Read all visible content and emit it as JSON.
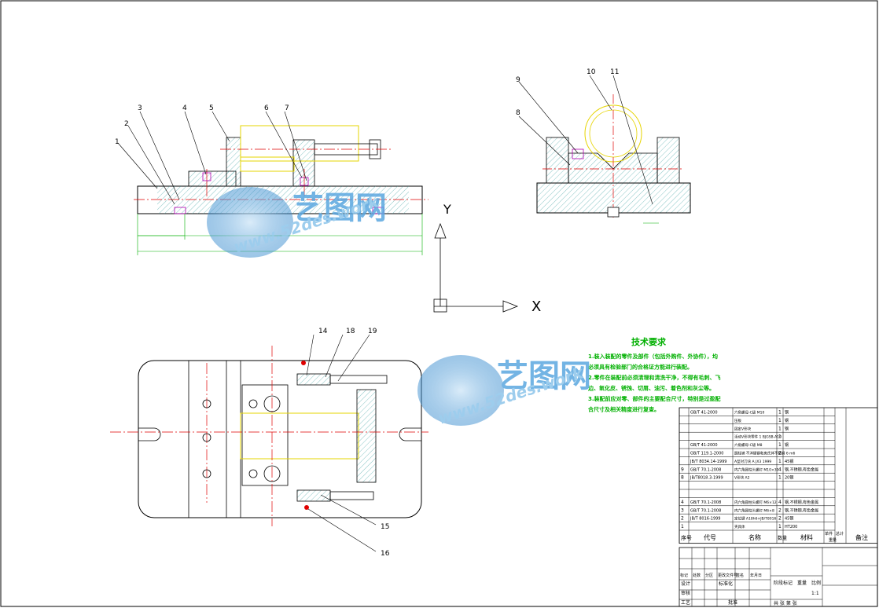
{
  "part_labels": [
    "1",
    "2",
    "3",
    "4",
    "5",
    "6",
    "7",
    "8",
    "9",
    "10",
    "11",
    "14",
    "15",
    "16",
    "18",
    "19"
  ],
  "axis": {
    "x": "X",
    "y": "Y"
  },
  "tech_req": {
    "title": "技术要求",
    "lines": [
      "1.装入装配的零件及部件（包括外购件、外协件），均",
      "必须具有检验部门的合格证方能进行装配。",
      "2.零件在装配前必须清理和清洗干净，不得有毛刺、飞",
      "边、氧化皮、锈蚀、切屑、油污、着色剂和灰尘等。",
      "3.装配前应对零、部件的主要配合尺寸，特别是过盈配",
      "合尺寸及相关精度进行复查。"
    ]
  },
  "bom_rows": [
    {
      "code": "GB/T 41-2000",
      "name": "六角螺母-C级 M10",
      "qty": "1",
      "mat": "钢"
    },
    {
      "code": "",
      "name": "压板",
      "qty": "1",
      "mat": "钢"
    },
    {
      "code": "",
      "name": "固定V形块",
      "qty": "1",
      "mat": "钢"
    },
    {
      "code": "",
      "name": "活动V形块零件 1 BJGSB-A10",
      "qty": "1",
      "mat": ""
    },
    {
      "code": "GB/T 41-2000",
      "name": "六角螺母-C级 M8",
      "qty": "1",
      "mat": "钢"
    },
    {
      "code": "GB/T 119.1-2000",
      "name": "圆柱销 不淬硬钢和奥氏体不锈钢 6 m6",
      "qty": "2",
      "mat": ""
    },
    {
      "code": "JB/T 8034.14-1999",
      "name": "A型对刀块 A JX3 1999",
      "qty": "1",
      "mat": "45钢"
    },
    {
      "code": "GB/T 70.1-2008",
      "name": "内六角圆柱头螺钉 M10×30",
      "qty": "4",
      "mat": "钢,不锈钢,有色金属"
    },
    {
      "code": "JB/T8018.3-1999",
      "name": "V形块 A2",
      "qty": "1",
      "mat": "20钢"
    },
    {
      "code": "",
      "name": "",
      "qty": "",
      "mat": ""
    },
    {
      "code": "",
      "name": "",
      "qty": "",
      "mat": ""
    },
    {
      "code": "GB/T 70.1-2008",
      "name": "内六角圆柱头螺钉 M6×12",
      "qty": "4",
      "mat": "钢,不锈钢,有色金属"
    },
    {
      "code": "GB/T 70.1-2008",
      "name": "内六角圆柱头螺钉 M6×8",
      "qty": "2",
      "mat": "钢,不锈钢,有色金属"
    },
    {
      "code": "JB/T 8016-1999",
      "name": "定位键 A18h6×JB/T8016",
      "qty": "2",
      "mat": "45钢"
    },
    {
      "code": "",
      "name": "夹具体",
      "qty": "1",
      "mat": "HT200"
    }
  ],
  "bom_index": [
    "",
    "",
    "",
    "",
    "",
    "",
    "",
    "9",
    "8",
    "",
    "",
    "4",
    "3",
    "2",
    "1"
  ],
  "bom_header": {
    "seq": "序号",
    "code": "代号",
    "name": "名称",
    "qty": "数量",
    "mat": "材料",
    "unit": "单件",
    "total": "总计",
    "weight": "重量",
    "note": "备注"
  },
  "title_block": {
    "fields": [
      "标记",
      "处数",
      "分区",
      "更改文件号",
      "签名",
      "年月日"
    ],
    "roles": [
      "设计",
      "审核",
      "工艺"
    ],
    "std": "标准化",
    "stage": "阶段标记",
    "weight": "重量",
    "scale": "比例",
    "scale_value": "1:1",
    "sheets": "共 张  第 张",
    "approve": "批准"
  },
  "watermark": {
    "logo": "艺图网",
    "url": "www.52des.work"
  }
}
